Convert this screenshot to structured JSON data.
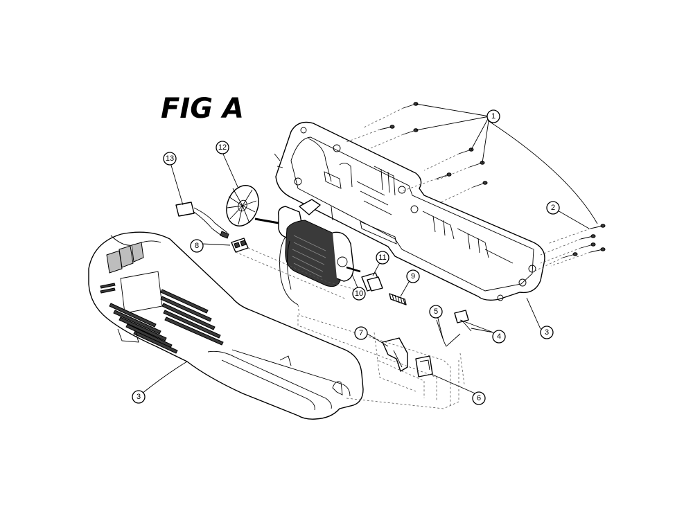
{
  "figure": {
    "title": "FIG A"
  },
  "callouts": [
    {
      "id": "c1",
      "label": "1"
    },
    {
      "id": "c2",
      "label": "2"
    },
    {
      "id": "c3a",
      "label": "3"
    },
    {
      "id": "c3b",
      "label": "3"
    },
    {
      "id": "c4",
      "label": "4"
    },
    {
      "id": "c5",
      "label": "5"
    },
    {
      "id": "c6",
      "label": "6"
    },
    {
      "id": "c7",
      "label": "7"
    },
    {
      "id": "c8",
      "label": "8"
    },
    {
      "id": "c9",
      "label": "9"
    },
    {
      "id": "c10",
      "label": "10"
    },
    {
      "id": "c11",
      "label": "11"
    },
    {
      "id": "c12",
      "label": "12"
    },
    {
      "id": "c13",
      "label": "13"
    }
  ]
}
